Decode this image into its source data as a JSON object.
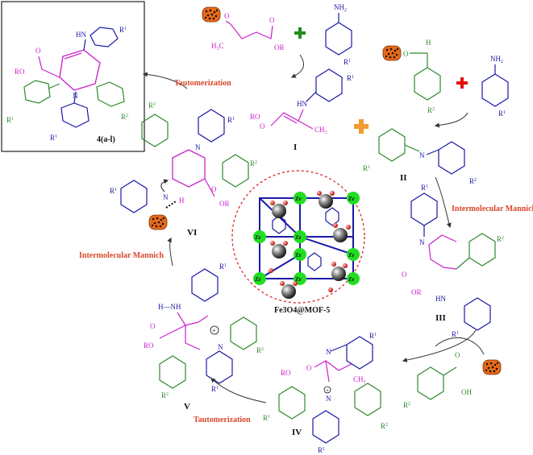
{
  "labels": {
    "product": "4(a-l)",
    "catalyst": "Fe3O4@MOF-5",
    "int_I": "I",
    "int_II": "II",
    "int_III": "III",
    "int_IV": "IV",
    "int_V": "V",
    "int_VI": "VI",
    "step_taut_top": "Tautomerization",
    "step_taut_bottom": "Tautomerization",
    "step_mannich_right": "Intermolecular Mannich",
    "step_mannich_left": "Intermolecular Mannich"
  },
  "atoms": {
    "NH2": "NH",
    "NH2_sub": "2",
    "R1": "R",
    "R1_sup": "1",
    "R2": "R",
    "R2_sup": "2",
    "O": "O",
    "OR": "OR",
    "RO": "RO",
    "HN": "HN",
    "H": "H",
    "N": "N",
    "CH3": "CH",
    "CH3_sub": "3",
    "H3C": "H",
    "OH": "OH",
    "Zr": "Zr"
  },
  "colors": {
    "blue": "#1a1aa6",
    "green": "#2f8a2f",
    "magenta": "#cc22cc",
    "red": "#d9472b",
    "catalyst_orange": "#e86a1a",
    "zr_green": "#22dd22",
    "plus_green": "#1f8f1f",
    "plus_red": "#e01010",
    "plus_orange": "#f29a2e"
  }
}
